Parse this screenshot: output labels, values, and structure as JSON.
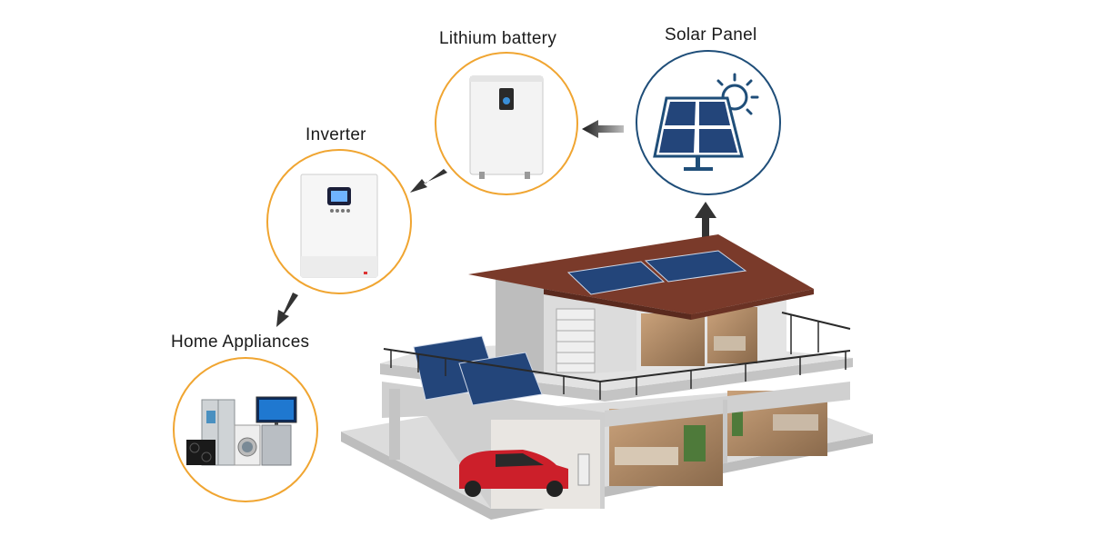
{
  "labels": {
    "battery": "Lithium battery",
    "solar": "Solar Panel",
    "inverter": "Inverter",
    "appliances": "Home Appliances"
  },
  "icons": {
    "battery": "lithium-battery-icon",
    "solar": "solar-panel-sun-icon",
    "inverter": "inverter-icon",
    "appliances": "home-appliances-icon",
    "house": "house-with-solar-illustration"
  },
  "colors": {
    "orange_ring": "#f0a531",
    "blue_ring": "#1f4e79",
    "arrow": "#3a3a3a",
    "roof": "#7a3a2a",
    "solar_panel": "#23457a"
  }
}
